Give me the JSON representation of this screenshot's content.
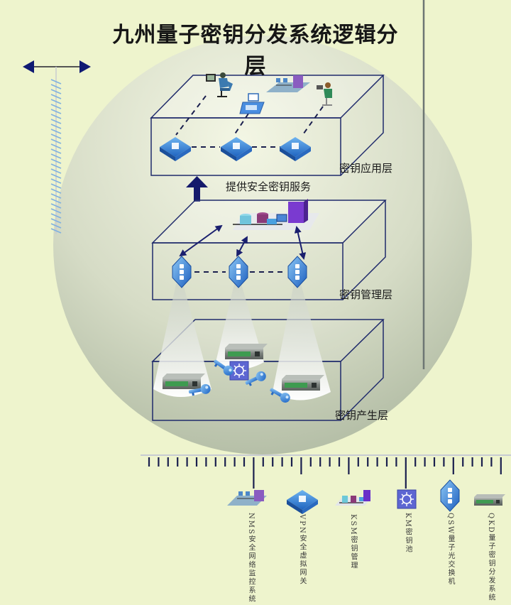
{
  "title": "九州量子密钥分发系统逻辑分层",
  "colors": {
    "background": "#eef4cd",
    "sphere_light": "#f2f5e2",
    "sphere_dark": "#b4bfa8",
    "box_stroke": "#1f2a6b",
    "arrow": "#1a1f6e",
    "device_blue": "#3a86d8",
    "server_green": "#4caf50"
  },
  "layers": [
    {
      "id": "application",
      "label": "密钥应用层",
      "devices": [
        "user-workstation",
        "fax-terminal",
        "network-monitor",
        "laptop-user",
        "vpn-gateway",
        "vpn-gateway",
        "vpn-gateway"
      ]
    },
    {
      "id": "management",
      "label": "密钥管理层",
      "devices": [
        "ksm-key-management",
        "qsw-switch",
        "qsw-switch",
        "qsw-switch"
      ]
    },
    {
      "id": "generation",
      "label": "密钥产生层",
      "devices": [
        "qkd-server",
        "km-key-pool",
        "qkd-server",
        "qkd-server",
        "key",
        "key",
        "key",
        "key"
      ]
    }
  ],
  "service_label": "提供安全密钥服务",
  "legend": [
    {
      "icon": "nms-network-icon",
      "label": "NMS安全网络监控系统"
    },
    {
      "icon": "vpn-gateway-icon",
      "label": "VPN安全虚拟网关"
    },
    {
      "icon": "ksm-key-management-icon",
      "label": "KSM密钥管理"
    },
    {
      "icon": "km-key-pool-icon",
      "label": "KM密钥池"
    },
    {
      "icon": "qsw-switch-icon",
      "label": "QSW量子光交换机"
    },
    {
      "icon": "qkd-server-icon",
      "label": "QKD量子密钥分发系统"
    }
  ]
}
